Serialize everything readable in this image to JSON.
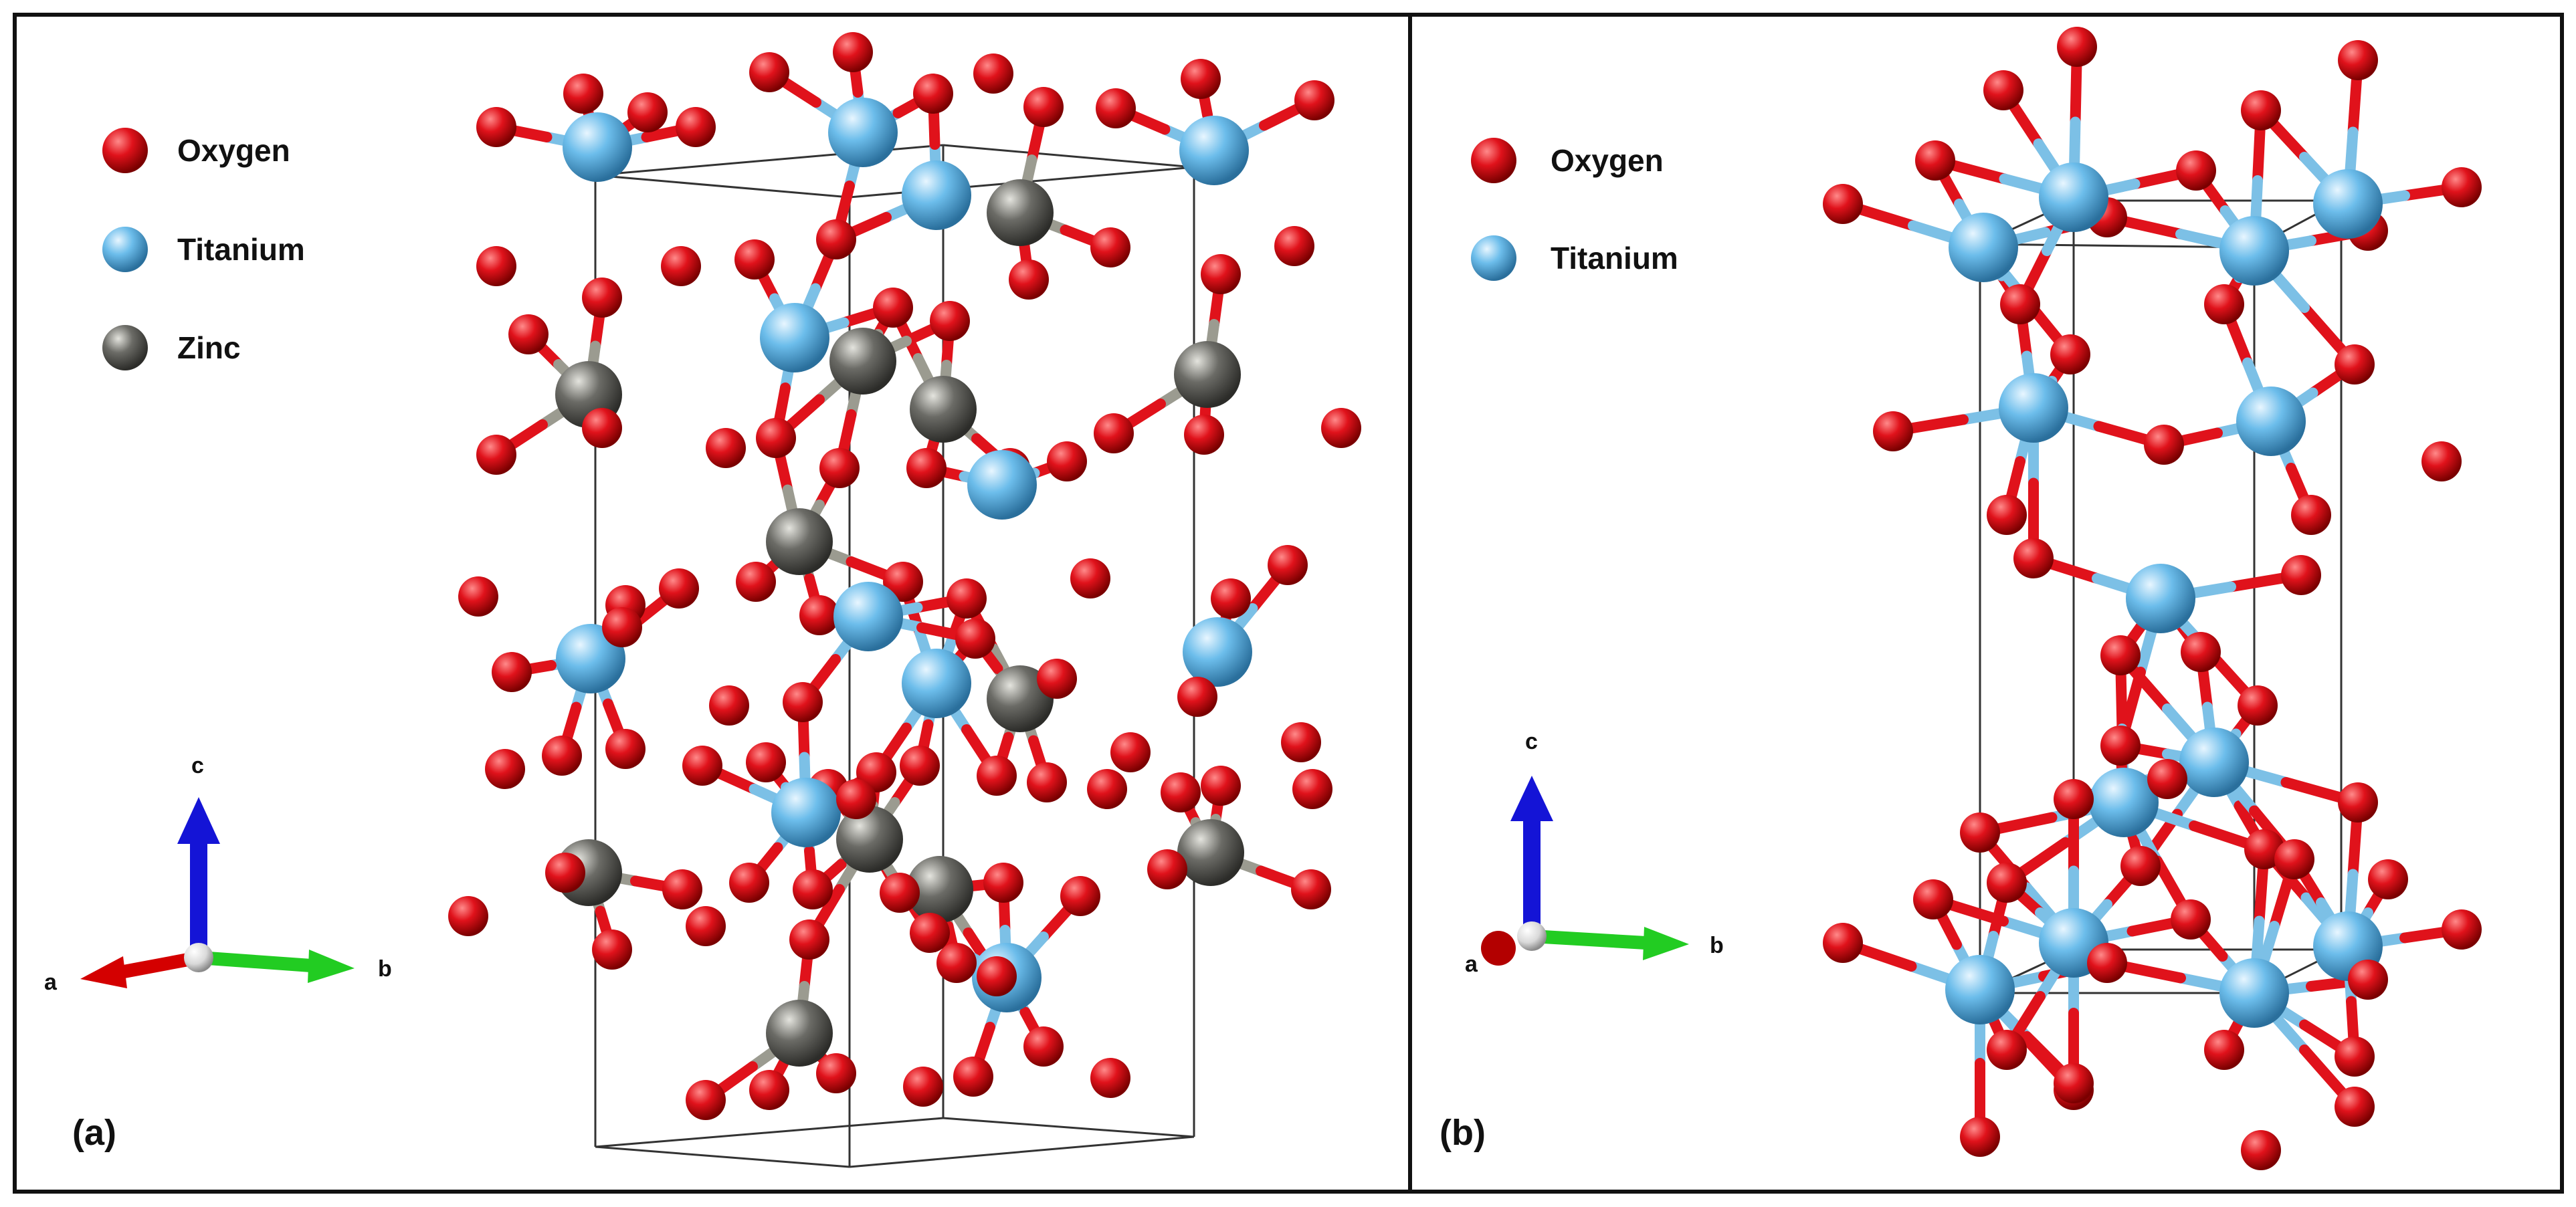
{
  "panels": {
    "a": {
      "label": "(a)",
      "legend": [
        {
          "name": "Oxygen",
          "color": "#e0121b"
        },
        {
          "name": "Titanium",
          "color": "#5bb2e6"
        },
        {
          "name": "Zinc",
          "color": "#5f5f5a"
        }
      ],
      "axes": {
        "a": "a",
        "b": "b",
        "c": "c"
      }
    },
    "b": {
      "label": "(b)",
      "legend": [
        {
          "name": "Oxygen",
          "color": "#e0121b"
        },
        {
          "name": "Titanium",
          "color": "#5bb2e6"
        }
      ],
      "axes": {
        "a": "a",
        "b": "b",
        "c": "c"
      }
    }
  },
  "colors": {
    "oxygen": "#e0121b",
    "titanium": "#5bb2e6",
    "zinc": "#5f5f5a",
    "axis_a": "#d40000",
    "axis_b": "#22cc22",
    "axis_c": "#1414d6"
  }
}
